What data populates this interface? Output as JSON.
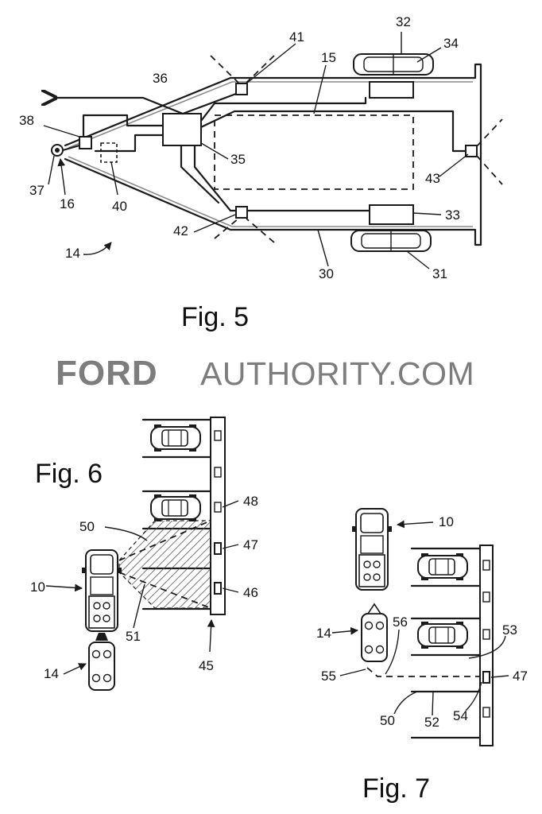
{
  "watermark": {
    "brand": "FORD",
    "rest": "AUTHORITY.COM"
  },
  "fig5": {
    "caption": "Fig. 5",
    "labels": {
      "l32": "32",
      "l34": "34",
      "l41": "41",
      "l15": "15",
      "l36": "36",
      "l38": "38",
      "l35": "35",
      "l43": "43",
      "l37": "37",
      "l16": "16",
      "l40": "40",
      "l33": "33",
      "l42": "42",
      "l14": "14",
      "l30": "30",
      "l31": "31"
    }
  },
  "fig6": {
    "caption": "Fig. 6",
    "labels": {
      "l48": "48",
      "l50": "50",
      "l47": "47",
      "l10": "10",
      "l46": "46",
      "l51": "51",
      "l14": "14",
      "l45": "45"
    }
  },
  "fig7": {
    "caption": "Fig. 7",
    "labels": {
      "l10": "10",
      "l53": "53",
      "l14": "14",
      "l56": "56",
      "l47": "47",
      "l55": "55",
      "l50": "50",
      "l52": "52",
      "l54": "54"
    }
  },
  "colors": {
    "line": "#1a1a1a",
    "watermark": "#7d7d7d",
    "hatch": "#555555"
  }
}
